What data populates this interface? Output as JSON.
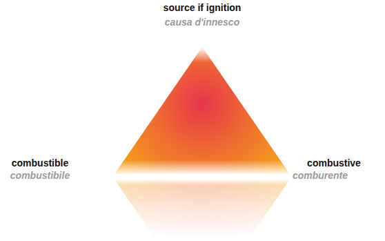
{
  "diagram": {
    "labels": [
      "source if ignition",
      "causa d'innesco",
      "combustible",
      "combustibile",
      "combustive",
      "comburente"
    ]
  }
}
